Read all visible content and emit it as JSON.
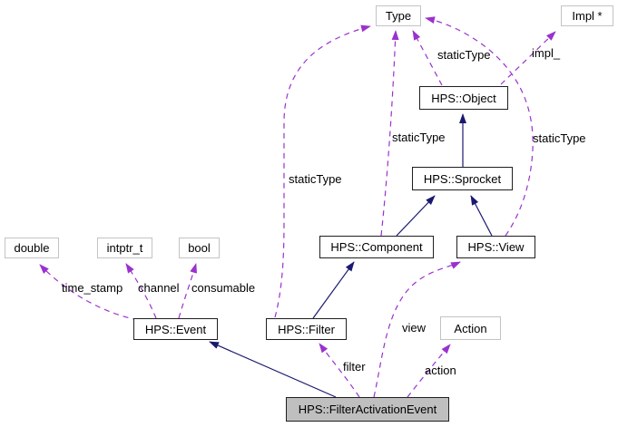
{
  "diagram": {
    "kind": "collaboration-graph",
    "colors": {
      "background": "#ffffff",
      "inheritance_edge": "#191970",
      "usage_edge": "#9a32cd",
      "node_fill": "#ffffff",
      "current_node_fill": "#bfbfbf",
      "linked_node_border": "#1f1f1f",
      "plain_node_border": "#c3c3c3",
      "text": "#000000"
    },
    "nodes": {
      "type": {
        "label": "Type"
      },
      "impl_ptr": {
        "label": "Impl *"
      },
      "hps_object": {
        "label": "HPS::Object"
      },
      "hps_sprocket": {
        "label": "HPS::Sprocket"
      },
      "hps_component": {
        "label": "HPS::Component"
      },
      "hps_view": {
        "label": "HPS::View"
      },
      "double": {
        "label": "double"
      },
      "intptr_t": {
        "label": "intptr_t"
      },
      "bool": {
        "label": "bool"
      },
      "hps_event": {
        "label": "HPS::Event"
      },
      "hps_filter": {
        "label": "HPS::Filter"
      },
      "action": {
        "label": "Action"
      },
      "hps_filter_activation_event": {
        "label": "HPS::FilterActivationEvent"
      }
    },
    "edge_labels": {
      "static_type_object": {
        "text": "staticType"
      },
      "static_type_component": {
        "text": "staticType"
      },
      "static_type_view": {
        "text": "staticType"
      },
      "static_type_filter": {
        "text": "staticType"
      },
      "impl": {
        "text": "impl_"
      },
      "time_stamp": {
        "text": "time_stamp"
      },
      "channel": {
        "text": "channel"
      },
      "consumable": {
        "text": "consumable"
      },
      "view": {
        "text": "view"
      },
      "filter": {
        "text": "filter"
      },
      "action": {
        "text": "action"
      }
    }
  }
}
